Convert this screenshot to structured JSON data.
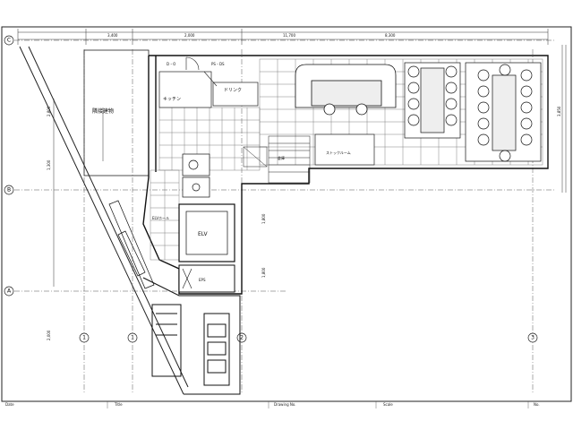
{
  "grid_axes": {
    "rows": [
      "C",
      "B",
      "A"
    ],
    "cols": [
      "1",
      "1",
      "2",
      "3"
    ]
  },
  "rooms": {
    "adjacent_building": "隣接建物",
    "kitchen": "キッチン",
    "drink": "ドリンク",
    "elevator": "ELV",
    "eps": "EPS",
    "elevator_hall": "ELVホール",
    "stockroom": "ストックルーム",
    "pantry": "倉庫",
    "do": "D・O",
    "ps_ds": "PS・DS"
  },
  "dimensions": {
    "top_total": "11,700",
    "top_seg_1": "3,400",
    "top_seg_2": "2,000",
    "top_seg_3": "8,300",
    "left_1": "2,800",
    "left_2": "1,300",
    "left_3": "2,000",
    "right_1": "3,850",
    "mid_1": "1,800",
    "mid_2": "1,800"
  },
  "title_block": {
    "f1": "Date",
    "f2": "Title",
    "f3": "Drawing No.",
    "f4": "Scale",
    "f5": "No."
  }
}
